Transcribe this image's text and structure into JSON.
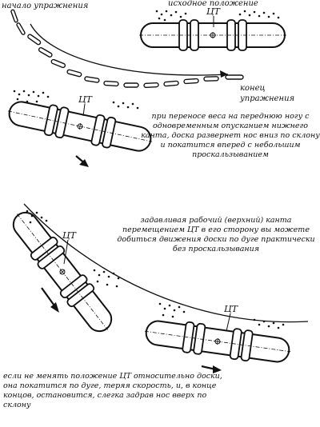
{
  "labels": {
    "start": "начало упражнения",
    "initial_position": "исходное положение",
    "end": "конец упражнения",
    "center_of_gravity": "ЦТ"
  },
  "descriptions": {
    "step_1": "при переносе веса на переднюю ногу с одновременным опусканием нижнего канта, доска развернет нос вниз по склону и покатится вперед с небольшим проскальзыванием",
    "step_2": "задавливая рабочий (верхний) канта перемещением ЦТ в его сторону вы можете добиться движения доски по дуге практически без проскальзывания",
    "step_3": "если не менять положение ЦТ относительно доски, она покатится по дуге, теряя скорость, и, в конце концов, остановится, слегка задрав нос вверх по склону"
  }
}
